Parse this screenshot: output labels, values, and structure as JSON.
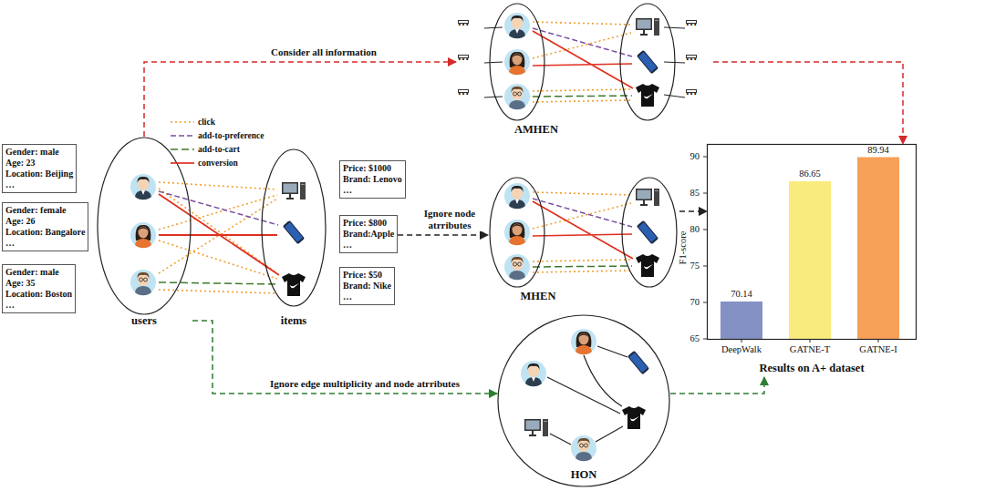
{
  "diagram": {
    "nodes": [
      {
        "text": [
          "AMHEN"
        ]
      },
      {
        "text": [
          "…"
        ],
        "in": 0
      },
      {
        "text": [
          "…"
        ],
        "in": 0
      },
      {
        "text": [
          "…"
        ],
        "in": 0
      },
      {
        "text": [
          "…"
        ],
        "in": 0
      },
      {
        "text": [
          "…"
        ],
        "in": 0
      },
      {
        "text": [
          "…"
        ],
        "in": 0
      },
      {
        "text": [
          "Gender: male",
          "Age: 23",
          "Location: Beijing",
          "…"
        ]
      },
      {
        "text": [
          "Gender: female",
          "Age: 26",
          "Location: Bangalore",
          "…"
        ]
      },
      {
        "text": [
          "Gender: male",
          "Age: 35",
          "Location: Boston",
          "…"
        ]
      },
      {
        "text": [
          "users"
        ]
      },
      {
        "text": [
          "items"
        ]
      },
      {
        "text": [
          "Price: $1000",
          "Brand: Lenovo",
          "…"
        ]
      },
      {
        "text": [
          "Price: $800",
          "Brand:Apple",
          "…"
        ]
      },
      {
        "text": [
          "Price: $50",
          "Brand: Nike",
          "…"
        ]
      },
      {
        "text": [
          "MHEN"
        ]
      },
      {
        "text": [
          "Results on A+ dataset"
        ]
      },
      {
        "text": [
          "HON"
        ]
      }
    ],
    "edges": [
      {
        "from": 10,
        "to": 0,
        "label": "Consider all information",
        "arrow": "to"
      },
      {
        "from": 0,
        "to": 16,
        "arrow": "to"
      },
      {
        "from": 13,
        "to": 15,
        "label": "Ignore node atrributes",
        "arrow": "to"
      },
      {
        "from": 15,
        "to": 16,
        "arrow": "to"
      },
      {
        "from": 10,
        "to": 17,
        "label": "Ignore edge multiplicity and node atrributes",
        "arrow": "to"
      },
      {
        "from": 17,
        "to": 16,
        "arrow": "to"
      }
    ],
    "labels": [
      "90",
      "85",
      "80",
      "75",
      "70",
      "65",
      "F1-score",
      "70.14",
      "86.65",
      "89.94",
      "DeepWalk",
      "GATNE-T",
      "GATNE-I"
    ],
    "legend": [
      {
        "text": "click"
      },
      {
        "text": "add-to-preference"
      },
      {
        "text": "add-to-cart"
      },
      {
        "text": "conversion"
      }
    ]
  }
}
